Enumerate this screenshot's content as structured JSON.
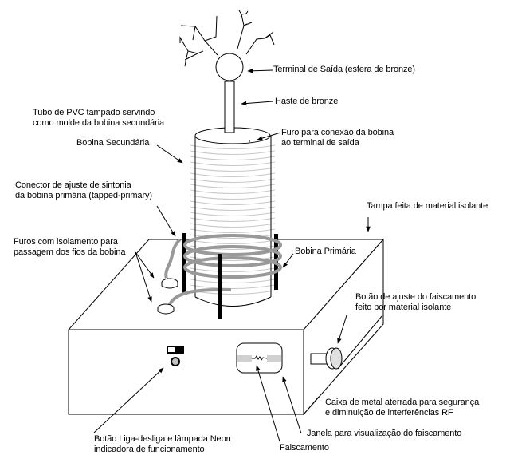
{
  "title": "Bobina de Tesla - componentes",
  "labels": {
    "terminal": "Terminal de Saída (esfera de bronze)",
    "haste": "Haste de bronze",
    "tubo_line1": "Tubo de PVC tampado servindo",
    "tubo_line2": "como molde da bobina secundária",
    "furo_line1": "Furo para conexão da bobina",
    "furo_line2": "ao terminal de saída",
    "secundaria": "Bobina Secundária",
    "conector_line1": "Conector de ajuste de sintonia",
    "conector_line2": "da bobina primária (tapped-primary)",
    "tampa": "Tampa feita de material isolante",
    "furos_line1": "Furos com isolamento para",
    "furos_line2": "passagem dos fios da bobina",
    "primaria": "Bobina Primária",
    "botao_ajuste_line1": "Botão de ajuste do faiscamento",
    "botao_ajuste_line2": "feito por material isolante",
    "caixa_line1": "Caixa de metal aterrada para segurança",
    "caixa_line2": "e diminuição de interferências RF",
    "janela": "Janela para visualização do faiscamento",
    "liga_line1": "Botão Liga-desliga e lâmpada Neon",
    "liga_line2": "indicadora de funcionamento",
    "faiscamento": "Faiscamento"
  },
  "colors": {
    "line": "#000000",
    "coil_primary": "#999999",
    "coil_secondary": "#c8c8c8",
    "fill_gray": "#d0d0d0"
  }
}
